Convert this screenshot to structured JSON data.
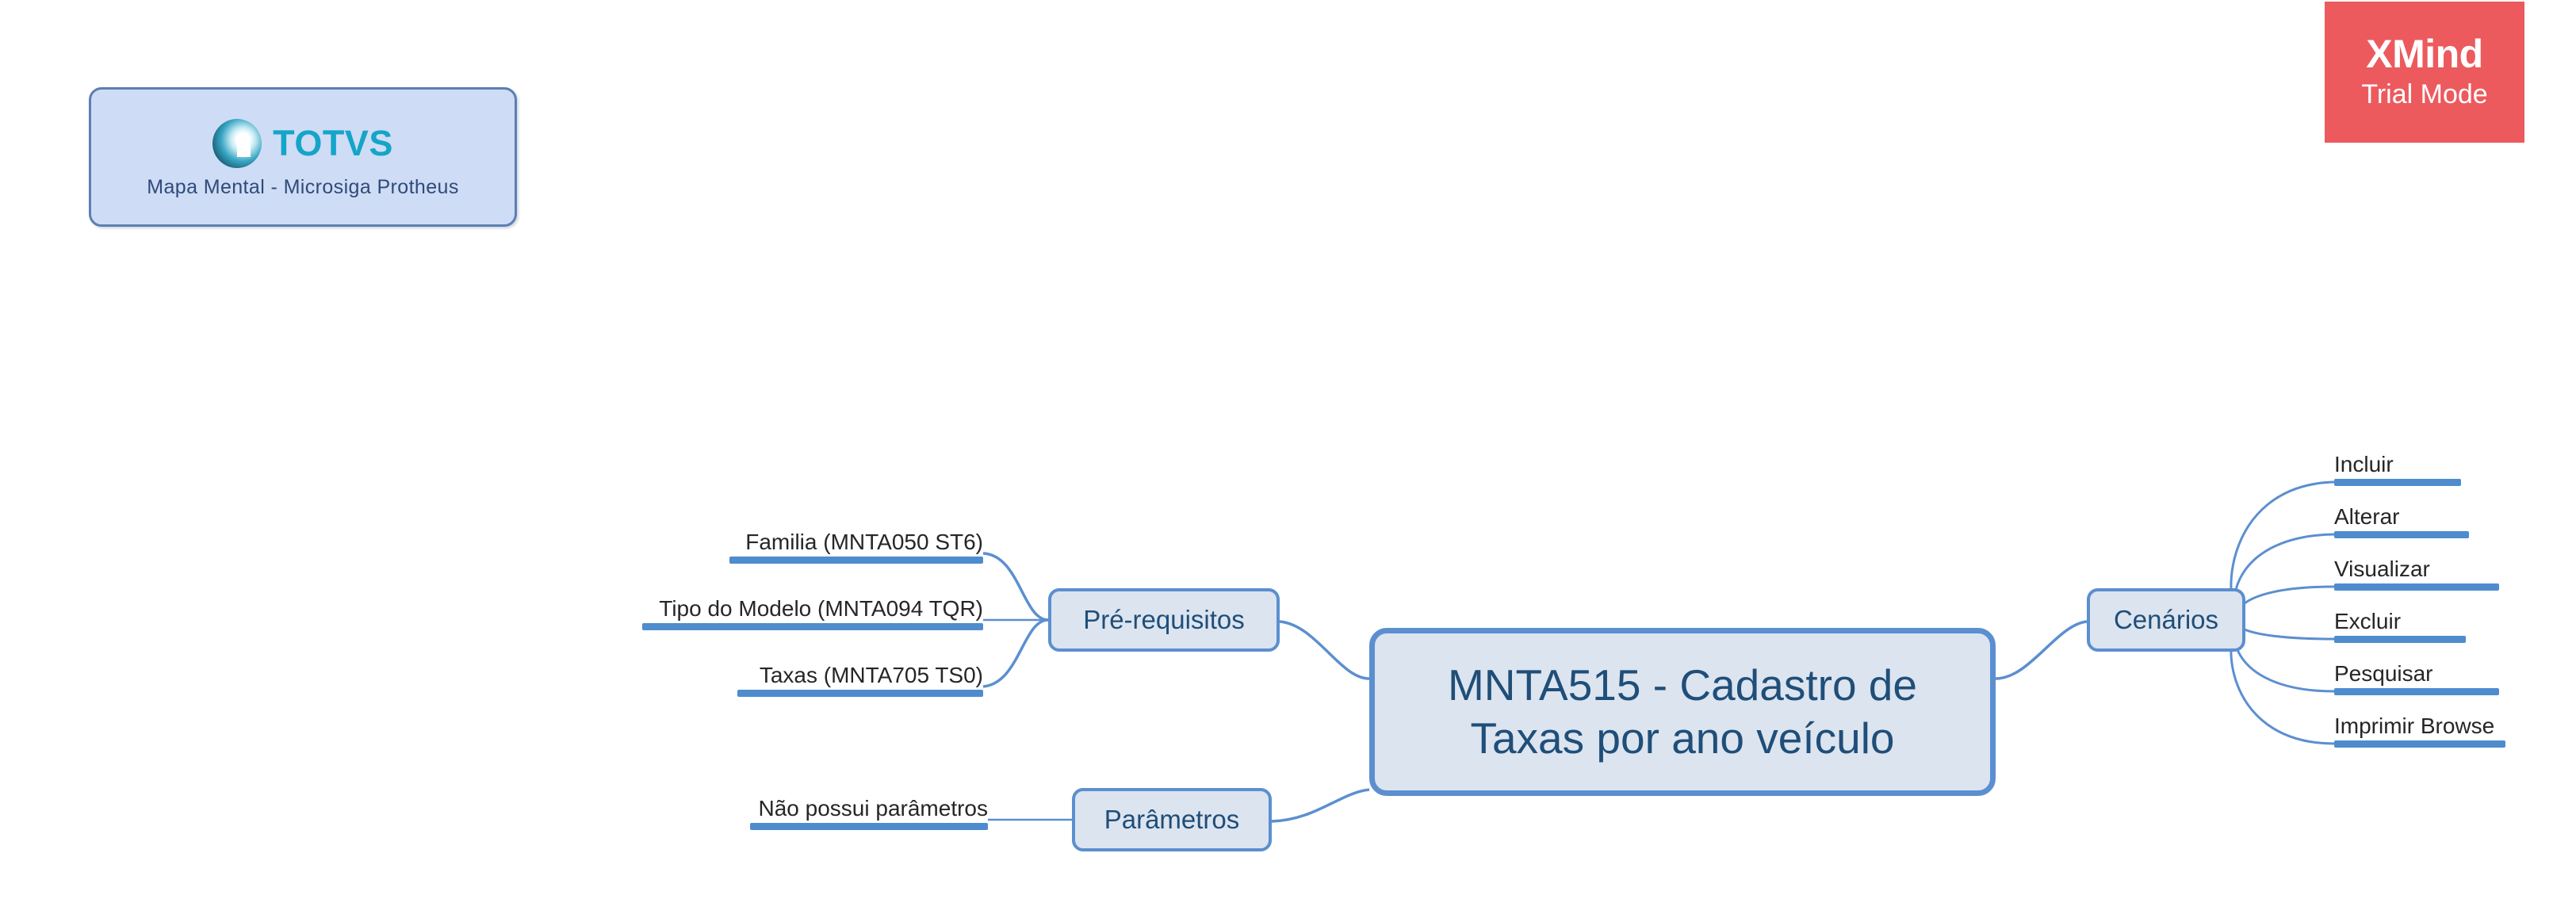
{
  "badge": {
    "title": "XMind",
    "subtitle": "Trial Mode",
    "color": "#EC5A5E"
  },
  "logo_box": {
    "brand": "TOTVS",
    "caption": "Mapa Mental - Microsiga Protheus",
    "brand_color": "#14A5C8",
    "fill": "#CFDCF5",
    "border": "#5B7FB4",
    "icon": "totvs-globe-icon"
  },
  "mindmap": {
    "type": "mindmap",
    "node_fill": "#DCE4EF",
    "node_border": "#5B8FD0",
    "node_text": "#1F4E79",
    "leaf_bar_color": "#4E8CCE",
    "leaf_text": "#262626",
    "central": {
      "label": "MNTA515 - Cadastro de Taxas por ano veículo",
      "line1": "MNTA515 - Cadastro de",
      "line2": "Taxas por ano veículo"
    },
    "branches": [
      {
        "label": "Pré-requisitos",
        "side": "left",
        "children": [
          {
            "label": "Familia (MNTA050 ST6)"
          },
          {
            "label": "Tipo do Modelo (MNTA094 TQR)"
          },
          {
            "label": "Taxas (MNTA705 TS0)"
          }
        ]
      },
      {
        "label": "Parâmetros",
        "side": "left",
        "children": [
          {
            "label": "Não possui parâmetros"
          }
        ]
      },
      {
        "label": "Cenários",
        "side": "right",
        "children": [
          {
            "label": "Incluir"
          },
          {
            "label": "Alterar"
          },
          {
            "label": "Visualizar"
          },
          {
            "label": "Excluir"
          },
          {
            "label": "Pesquisar"
          },
          {
            "label": "Imprimir Browse"
          }
        ]
      }
    ]
  }
}
